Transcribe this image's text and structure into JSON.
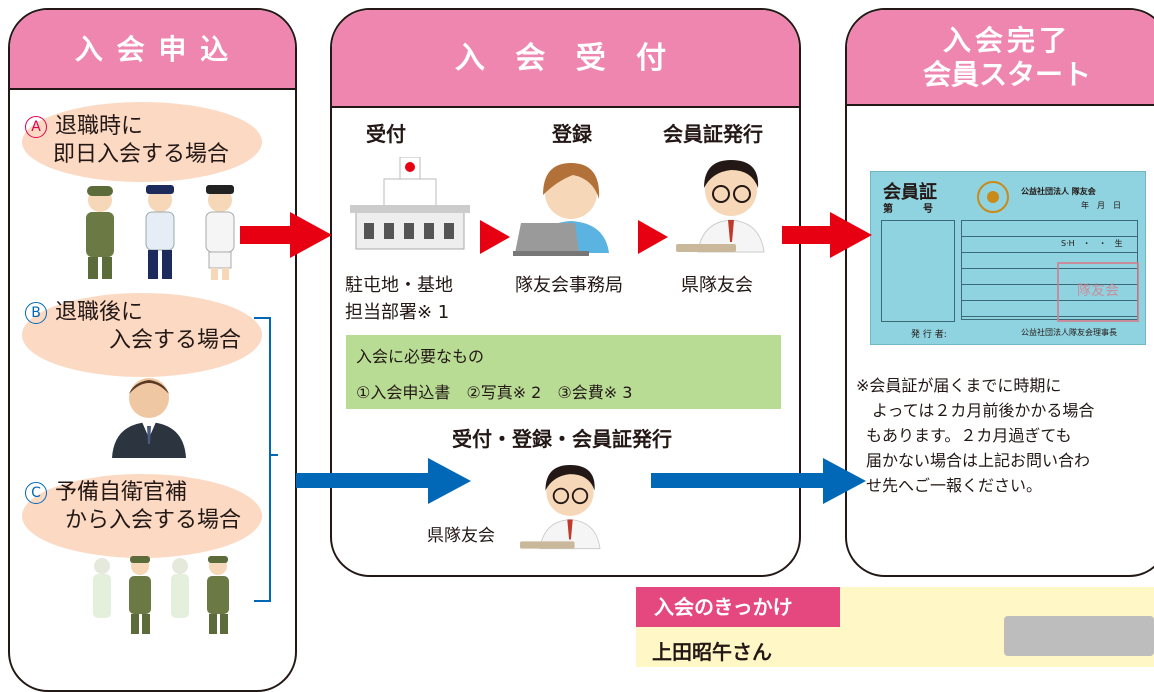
{
  "panel1": {
    "title": "入 会 申 込",
    "case_a": {
      "mark": "A",
      "line1": "退職時に",
      "line2": "即日入会する場合"
    },
    "case_b": {
      "mark": "B",
      "line1": "退職後に",
      "line2": "入会する場合"
    },
    "case_c": {
      "mark": "C",
      "line1": "予備自衛官補",
      "line2": "から入会する場合"
    }
  },
  "panel2": {
    "title": "入 会 受 付",
    "step1": {
      "title": "受付",
      "label_line1": "駐屯地・基地",
      "label_line2": "担当部署※ 1"
    },
    "step2": {
      "title": "登録",
      "label": "隊友会事務局"
    },
    "step3": {
      "title": "会員証発行",
      "label": "県隊友会"
    },
    "needs": {
      "heading": "入会に必要なもの",
      "items": "①入会申込書　②写真※ 2　③会費※ 3"
    },
    "combined": {
      "title": "受付・登録・会員証発行",
      "label": "県隊友会"
    }
  },
  "panel3": {
    "title_line1": "入会完了",
    "title_line2": "会員スタート",
    "card": {
      "title": "会員証",
      "number_label": "第　　　号",
      "org": "公益社団法人 隊友会",
      "date": "年　月　日",
      "era": "S·H　・　・　生",
      "issuer": "発 行 者:",
      "footer_org": "公益社団法人隊友会理事長",
      "seal": "隊友会"
    },
    "note": [
      "※会員証が届くまでに時期に",
      "よっては２カ月前後かかる場合",
      "もあります。２カ月過ぎても",
      "届かない場合は上記お問い合わ",
      "せ先へご一報ください。"
    ]
  },
  "kikkake": {
    "title": "入会のきっかけ",
    "name": "上田昭午さん"
  },
  "colors": {
    "pink": "#ef86b0",
    "red_arrow": "#e60012",
    "blue_arrow": "#0068b7",
    "green": "#b9dc95",
    "bubble": "#fbd9c3"
  }
}
